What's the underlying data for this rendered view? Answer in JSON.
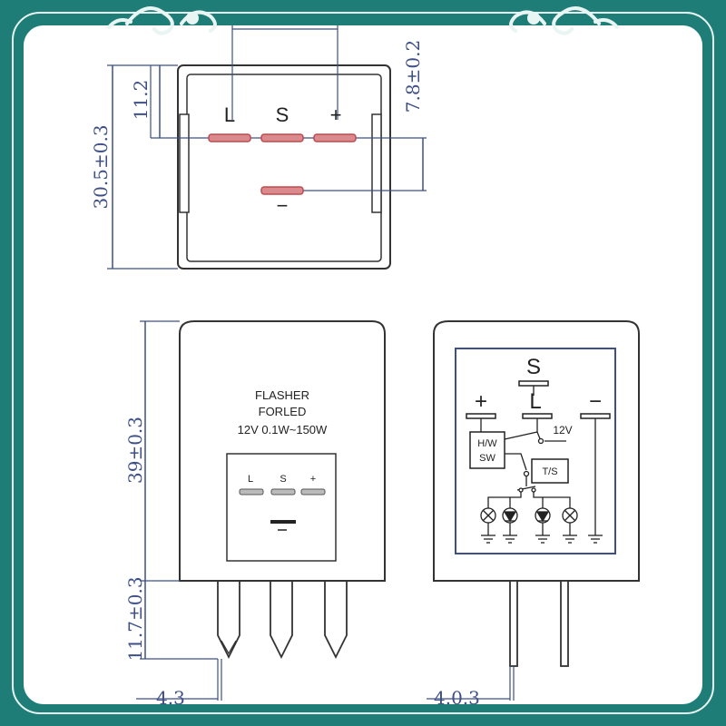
{
  "top_view": {
    "pins": [
      "L",
      "S",
      "+"
    ],
    "ground_pin": "−",
    "dim_height": "30.5±0.3",
    "dim_pin_offset": "11.2",
    "dim_pin_gap": "7.8±0.2"
  },
  "front_view": {
    "label_line1": "FLASHER",
    "label_line2": "FORLED",
    "label_line3": "12V  0.1W~150W",
    "pins": [
      "L",
      "S",
      "+"
    ],
    "dim_body": "39±0.3",
    "dim_leg": "11.7±0.3",
    "dim_bottom_partial": "4.3"
  },
  "side_view": {
    "terminal_s": "S",
    "terminal_plus": "+",
    "terminal_l": "L",
    "terminal_minus": "−",
    "voltage": "12V",
    "switch_hw": "H/W",
    "switch_sw": "SW",
    "switch_ts": "T/S",
    "dim_bottom_partial": "4.0.3"
  },
  "colors": {
    "frame": "#1f7d78",
    "panel": "#ffffff",
    "dimension_line": "#3d4f86",
    "pin_pad": "#c2494d"
  }
}
